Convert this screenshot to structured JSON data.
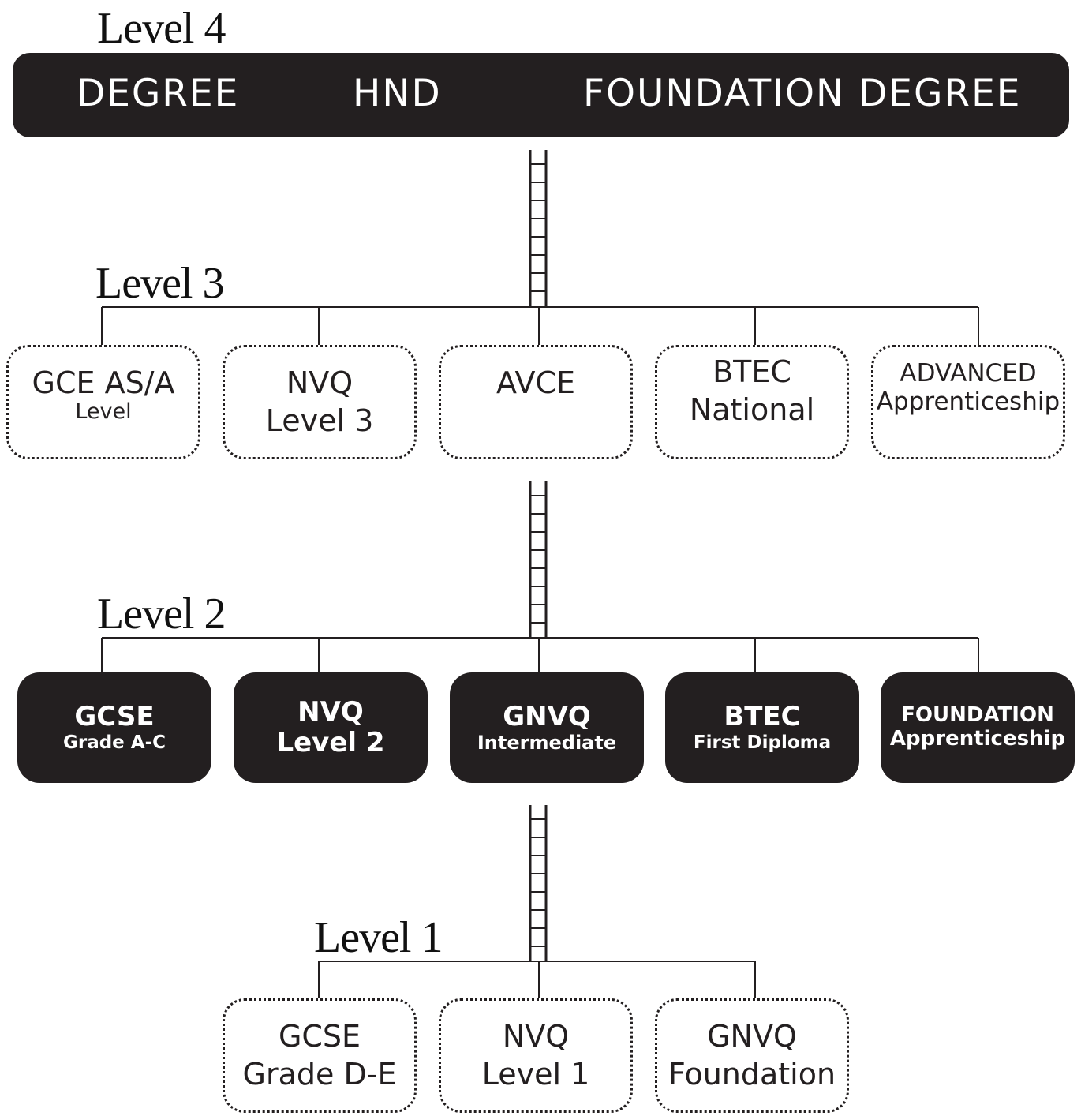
{
  "levels": {
    "l4": "Level 4",
    "l3": "Level 3",
    "l2": "Level 2",
    "l1": "Level 1"
  },
  "level4_items": [
    "DEGREE",
    "HND",
    "FOUNDATION DEGREE"
  ],
  "level3_boxes": [
    {
      "line1": "GCE AS/A",
      "line2": "Level"
    },
    {
      "line1": "NVQ",
      "line2": "Level 3"
    },
    {
      "line1": "AVCE",
      "line2": ""
    },
    {
      "line1": "BTEC",
      "line2": "National"
    },
    {
      "line1": "ADVANCED",
      "line2": "Apprenticeship"
    }
  ],
  "level2_boxes": [
    {
      "line1": "GCSE",
      "line2": "Grade A-C"
    },
    {
      "line1": "NVQ",
      "line2": "Level 2"
    },
    {
      "line1": "GNVQ",
      "line2": "Intermediate"
    },
    {
      "line1": "BTEC",
      "line2": "First Diploma"
    },
    {
      "line1": "FOUNDATION",
      "line2": "Apprenticeship"
    }
  ],
  "level1_boxes": [
    {
      "line1": "GCSE",
      "line2": "Grade D-E"
    },
    {
      "line1": "NVQ",
      "line2": "Level 1"
    },
    {
      "line1": "GNVQ",
      "line2": "Foundation"
    }
  ],
  "colors": {
    "dark": "#231f20",
    "light": "#ffffff"
  }
}
